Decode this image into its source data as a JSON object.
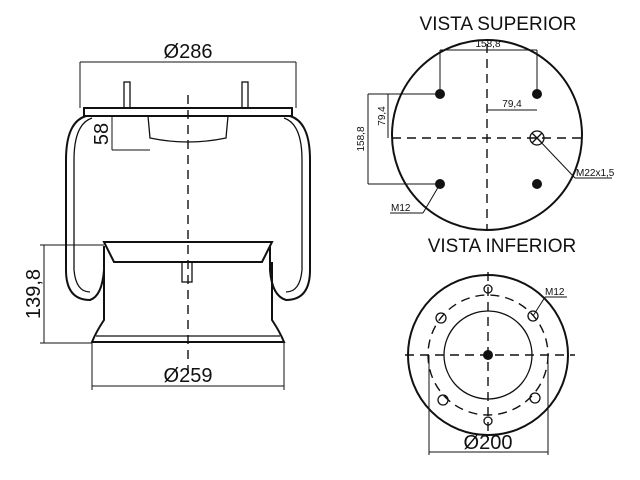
{
  "side_view": {
    "top_diameter": "Ø286",
    "bottom_diameter": "Ø259",
    "height": "139,8",
    "plate_offset": "58"
  },
  "top_view": {
    "title": "VISTA SUPERIOR",
    "hole_spacing_h": "158,8",
    "hole_spacing_v": "158,8",
    "half_spacing_h": "79,4",
    "half_spacing_v": "79,4",
    "valve_thread": "M22x1,5",
    "bolt_thread": "M12"
  },
  "bottom_view": {
    "title": "VISTA INFERIOR",
    "bolt_thread": "M12",
    "diameter": "Ø200"
  }
}
